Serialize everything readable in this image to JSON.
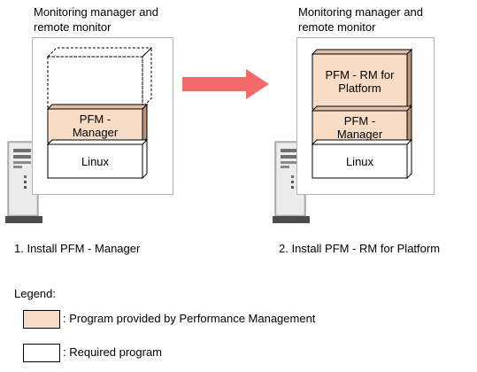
{
  "colors": {
    "pfm_fill": "#f8dcc6",
    "pfm_side": "#b8957a",
    "pfm_top": "#e0bfa6",
    "required_fill": "#ffffff",
    "arrow": "#f46a6a",
    "panel_border": "#b4b4b4",
    "server_body": "#d9d9d9"
  },
  "left": {
    "host_title": "Monitoring manager and\nremote monitor",
    "manager_label": "PFM -\nManager",
    "os_label": "Linux",
    "step_caption": "1. Install PFM - Manager"
  },
  "right": {
    "host_title": "Monitoring manager and\nremote monitor",
    "rm_label": "PFM - RM for\nPlatform",
    "manager_label": "PFM -\nManager",
    "os_label": "Linux",
    "step_caption": "2. Install PFM - RM for Platform"
  },
  "legend": {
    "title": "Legend:",
    "pfm_text": ": Program provided by Performance Management",
    "required_text": ": Required program"
  },
  "icons": {
    "server": "server-tower-icon",
    "arrow": "right-arrow-icon"
  }
}
